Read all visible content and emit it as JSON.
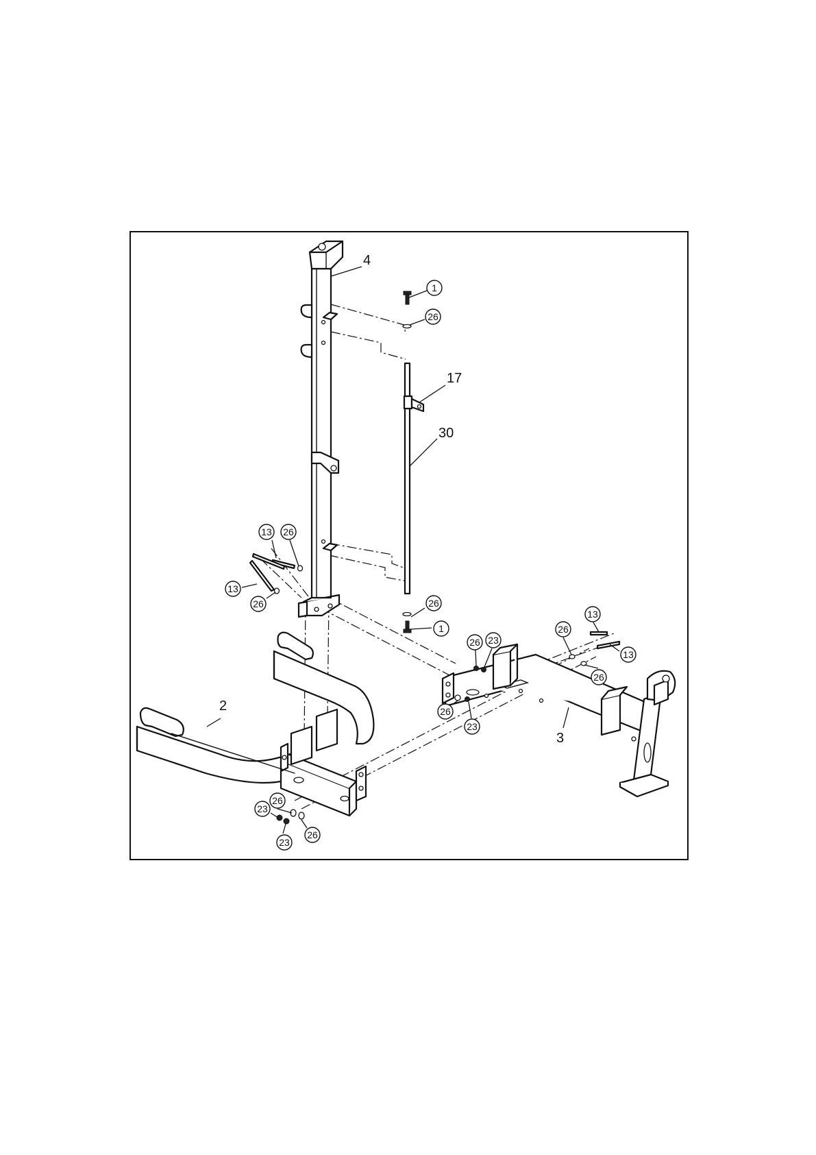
{
  "diagram": {
    "part_labels": {
      "crossbar": "2",
      "base": "3",
      "upright": "4",
      "guide_rod_bracket": "17",
      "guide_rod": "30"
    },
    "callouts": {
      "bolt_top": "1",
      "washer_top": "26",
      "bolt_left_upper": "13",
      "washer_left_upper": "26",
      "bolt_left_lower": "13",
      "washer_left_lower": "26",
      "washer_rod_bottom": "26",
      "bolt_rod_bottom": "1",
      "washer_mid_upper": "26",
      "nut_mid_upper": "23",
      "washer_mid_lower": "26",
      "nut_mid_lower": "23",
      "washer_right_upper": "26",
      "bolt_right_upper": "13",
      "bolt_right_lower": "13",
      "washer_right_lower": "26",
      "washer_front_upper": "26",
      "nut_front_left": "23",
      "nut_front_lower": "23",
      "washer_front_lower": "26"
    }
  }
}
